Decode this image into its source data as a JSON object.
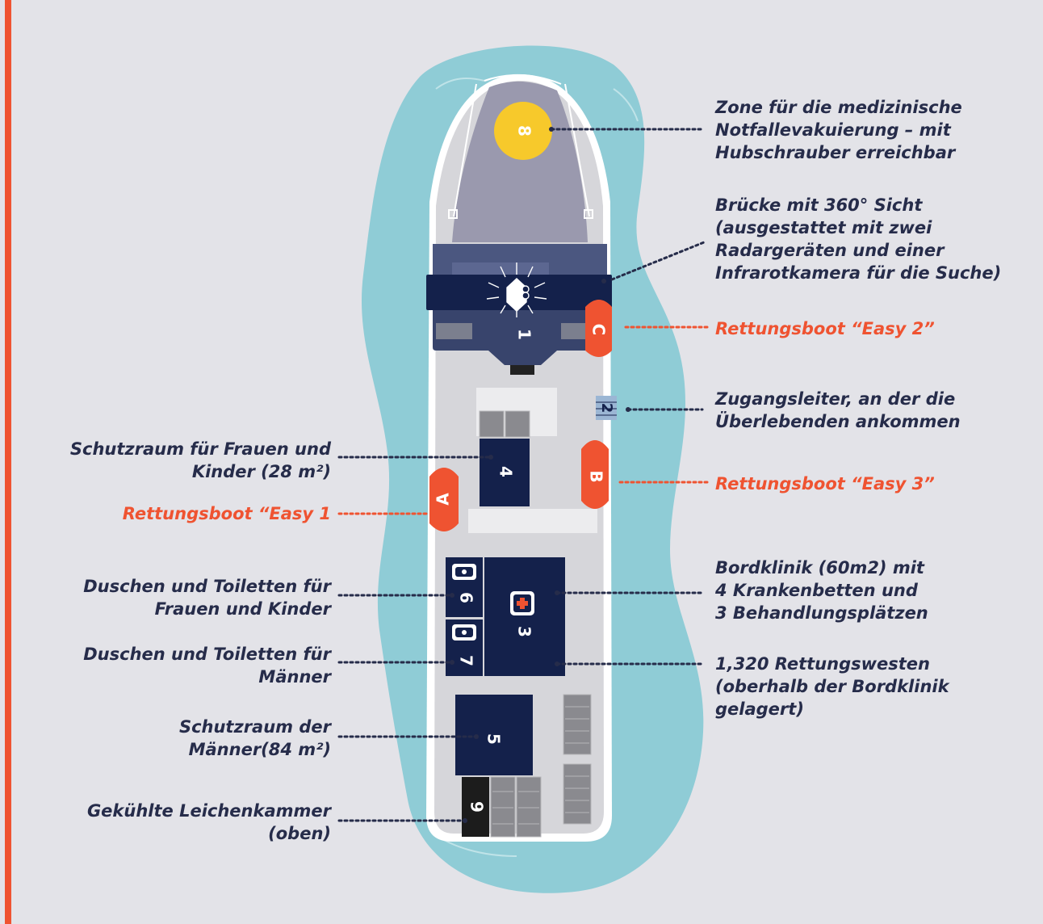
{
  "zones": {
    "z1": "1",
    "z2": "2",
    "z3": "3",
    "z4": "4",
    "z5": "5",
    "z6": "6",
    "z7": "7",
    "z8": "8",
    "z9": "9",
    "boatA": "A",
    "boatB": "B",
    "boatC": "C"
  },
  "labels": {
    "zone8": [
      "Zone für die medizinische",
      "Notfallevakuierung – mit",
      "Hubschrauber erreichbar"
    ],
    "bridge": [
      "Brücke mit 360° Sicht",
      "(ausgestattet mit zwei",
      "Radargeräten und einer",
      "Infrarotkamera für die Suche)"
    ],
    "easy2": "Rettungsboot “Easy 2”",
    "ladder": [
      "Zugangsleiter, an der die",
      "Überlebenden ankommen"
    ],
    "easy3": "Rettungsboot “Easy 3”",
    "women_shelter": [
      "Schutzraum für Frauen und",
      "Kinder (28 m²)"
    ],
    "easy1": "Rettungsboot “Easy 1",
    "showers_women": [
      "Duschen und Toiletten für",
      "Frauen und Kinder"
    ],
    "showers_men": [
      "Duschen und Toiletten für",
      "Männer"
    ],
    "clinic": [
      "Bordklinik  (60m2) mit",
      "4 Krankenbetten und",
      "3 Behandlungsplätzen"
    ],
    "vests": [
      "1,320 Rettungswesten",
      "(oberhalb der Bordklinik",
      "gelagert)"
    ],
    "men_shelter": [
      "Schutzraum der",
      "Männer(84 m²)"
    ],
    "morgue": [
      "Gekühlte Leichenkammer",
      "(oben)"
    ]
  },
  "colors": {
    "background": "#e3e3e8",
    "water": "#8fccd6",
    "navy": "#14214b",
    "orange": "#ef5331",
    "yellow": "#f7c92b",
    "deck": "#d6d6da",
    "helideck": "#9a99ae"
  }
}
